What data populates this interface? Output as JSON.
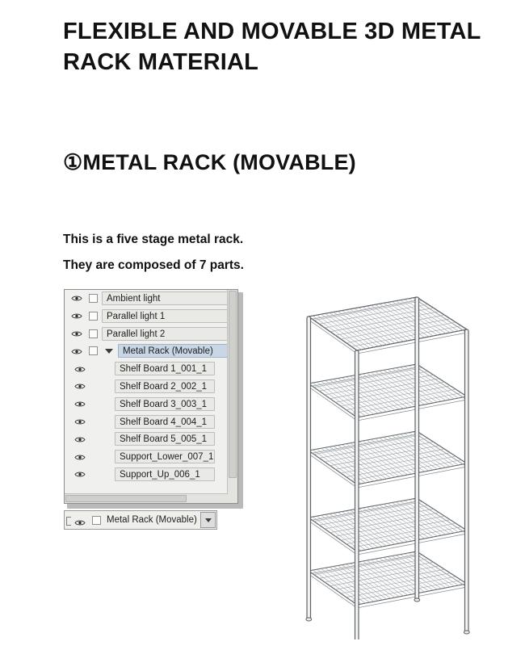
{
  "document": {
    "title": "FLEXIBLE AND MOVABLE 3D METAL RACK MATERIAL",
    "subtitle": "①METAL RACK (MOVABLE)",
    "paragraph_1": "This is a five stage metal rack.",
    "paragraph_2": "They are composed of 7 parts."
  },
  "outliner": {
    "rows": [
      {
        "label": "Ambient light",
        "indent": 0,
        "visible_icon": "eye-icon",
        "checkbox": true,
        "disclosure": false,
        "selected": false
      },
      {
        "label": "Parallel light 1",
        "indent": 0,
        "visible_icon": "eye-icon",
        "checkbox": true,
        "disclosure": false,
        "selected": false
      },
      {
        "label": "Parallel light 2",
        "indent": 0,
        "visible_icon": "eye-icon",
        "checkbox": true,
        "disclosure": false,
        "selected": false
      },
      {
        "label": "Metal Rack (Movable)",
        "indent": 0,
        "visible_icon": "eye-icon",
        "checkbox": true,
        "disclosure": true,
        "selected": true
      },
      {
        "label": "Shelf Board 1_001_1",
        "indent": 1,
        "visible_icon": "eye-icon",
        "checkbox": false,
        "disclosure": false,
        "selected": false
      },
      {
        "label": "Shelf Board 2_002_1",
        "indent": 1,
        "visible_icon": "eye-icon",
        "checkbox": false,
        "disclosure": false,
        "selected": false
      },
      {
        "label": "Shelf Board 3_003_1",
        "indent": 1,
        "visible_icon": "eye-icon",
        "checkbox": false,
        "disclosure": false,
        "selected": false
      },
      {
        "label": "Shelf Board 4_004_1",
        "indent": 1,
        "visible_icon": "eye-icon",
        "checkbox": false,
        "disclosure": false,
        "selected": false
      },
      {
        "label": "Shelf Board 5_005_1",
        "indent": 1,
        "visible_icon": "eye-icon",
        "checkbox": false,
        "disclosure": false,
        "selected": false
      },
      {
        "label": "Support_Lower_007_1",
        "indent": 1,
        "visible_icon": "eye-icon",
        "checkbox": false,
        "disclosure": false,
        "selected": false
      },
      {
        "label": "Support_Up_006_1",
        "indent": 1,
        "visible_icon": "eye-icon",
        "checkbox": false,
        "disclosure": false,
        "selected": false
      }
    ]
  },
  "object_bar": {
    "label": "Metal Rack (Movable)",
    "visible_icon": "eye-icon",
    "checkbox": true,
    "dropdown_icon": "chevron-down-icon"
  },
  "colors": {
    "panel_bg": "#f0f0ee",
    "row_bg": "#e9e9e6",
    "selection": "#c8d6e5",
    "border": "#8c8c8c",
    "text": "#1e1e1e"
  }
}
